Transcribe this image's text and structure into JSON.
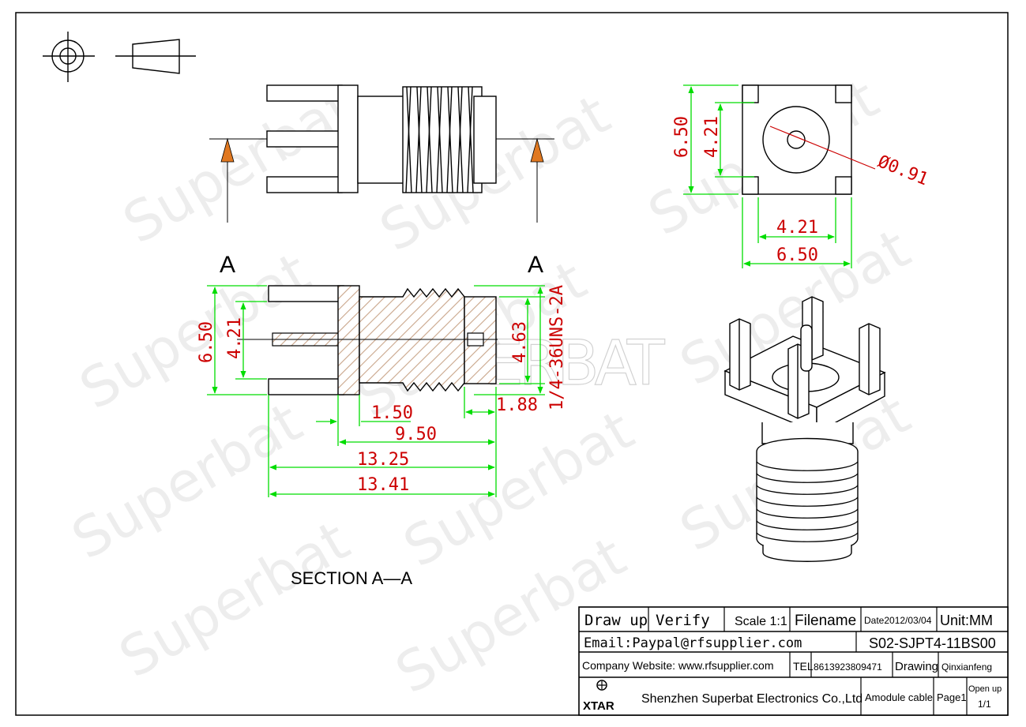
{
  "watermark": {
    "text": "Superbat",
    "brand": "SUPERBAT"
  },
  "section": {
    "cut_label": "A",
    "caption": "SECTION A—A"
  },
  "dimensions": {
    "end_height_outer": "6.50",
    "end_height_inner": "4.21",
    "pin_diameter": "Ø0.91",
    "end_width_inner": "4.21",
    "end_width_outer": "6.50",
    "sec_height_outer": "6.50",
    "sec_height_inner": "4.21",
    "sec_bore": "4.63",
    "thread_spec": "1/4-36UNS-2A",
    "flange_thick": "1.50",
    "tip_length": "1.88",
    "body_length": "9.50",
    "overall_a": "13.25",
    "overall_b": "13.41"
  },
  "title_block": {
    "draw_up": "Draw up",
    "verify": "Verify",
    "scale": "Scale 1:1",
    "filename": "Filename",
    "date": "Date2012/03/04",
    "unit": "Unit:MM",
    "email": "Email:Paypal@rfsupplier.com",
    "part_no": "S02-SJPT4-11BS00",
    "website": "Company Website:  www.rfsupplier.com",
    "tel_label": "TEL",
    "tel": "8613923809471",
    "drawing": "Drawing",
    "drawer": "Qinxianfeng",
    "logo_text": "XTAR",
    "company": "Shenzhen Superbat Electronics Co.,Ltd",
    "module": "Amodule cable",
    "page": "Page1",
    "open_up": "Open up",
    "open_up_value": "1/1"
  },
  "colors": {
    "dimension_text": "#cc0000",
    "dimension_line": "#00dd00",
    "arrow": "#e07820"
  }
}
